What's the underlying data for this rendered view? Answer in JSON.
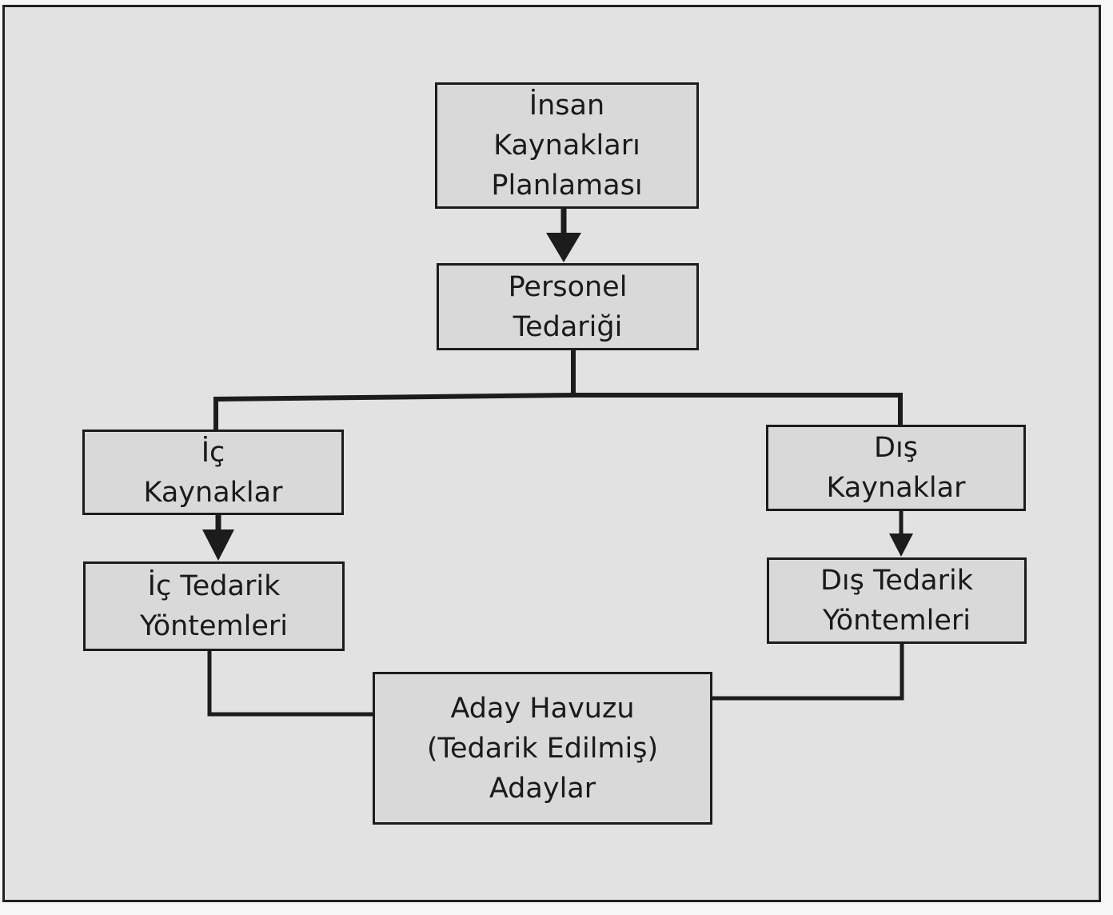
{
  "diagram": {
    "nodes": {
      "insan_kaynaklari": "İnsan\nKaynakları\nPlanlaması",
      "personel_tedarigi": "Personel\nTedariği",
      "ic_kaynaklar": "İç\nKaynaklar",
      "dis_kaynaklar": "Dış\nKaynaklar",
      "ic_tedarik": "İç Tedarik\nYöntemleri",
      "dis_tedarik": "Dış Tedarik\nYöntemleri",
      "aday_havuzu": "Aday Havuzu\n(Tedarik Edilmiş)\nAdaylar"
    },
    "edges": [
      {
        "from": "insan_kaynaklari",
        "to": "personel_tedarigi",
        "arrow": true
      },
      {
        "from": "personel_tedarigi",
        "to": "ic_kaynaklar",
        "arrow": false
      },
      {
        "from": "personel_tedarigi",
        "to": "dis_kaynaklar",
        "arrow": false
      },
      {
        "from": "ic_kaynaklar",
        "to": "ic_tedarik",
        "arrow": true
      },
      {
        "from": "dis_kaynaklar",
        "to": "dis_tedarik",
        "arrow": true
      },
      {
        "from": "ic_tedarik",
        "to": "aday_havuzu",
        "arrow": false
      },
      {
        "from": "dis_tedarik",
        "to": "aday_havuzu",
        "arrow": false
      }
    ],
    "colors": {
      "box_fill": "#d9d9d9",
      "background": "#e2e2e2",
      "line": "#1c1c1c"
    }
  }
}
